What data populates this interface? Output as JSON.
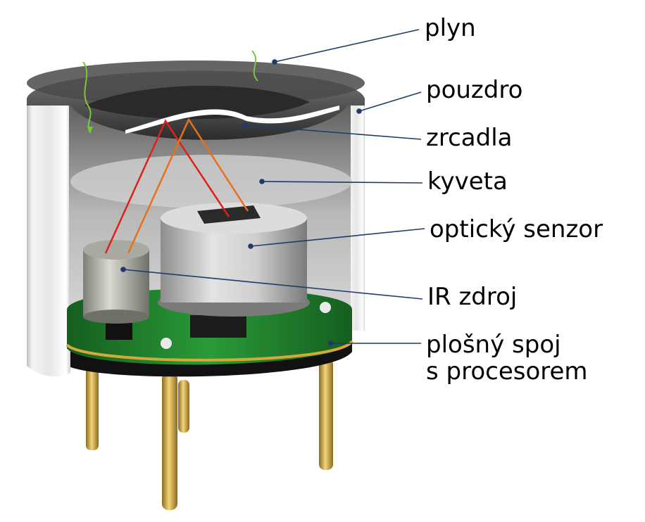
{
  "labels": {
    "gas": "plyn",
    "housing": "pouzdro",
    "mirrors": "zrcadla",
    "cuvette": "kyveta",
    "optical_sensor": "optický senzor",
    "ir_source": "IR zdroj",
    "pcb_line1": "plošný spoj",
    "pcb_line2": "s procesorem"
  },
  "colors": {
    "leader_line": "#1f3a6b",
    "housing_dark": "#3a3a3a",
    "housing_white": "#e8e8e8",
    "pcb_green": "#1f7a2a",
    "pin_gold": "#d4a93a",
    "ray_red": "#e0201a",
    "ray_orange": "#e8701a",
    "gas_green": "#7cc63a"
  }
}
